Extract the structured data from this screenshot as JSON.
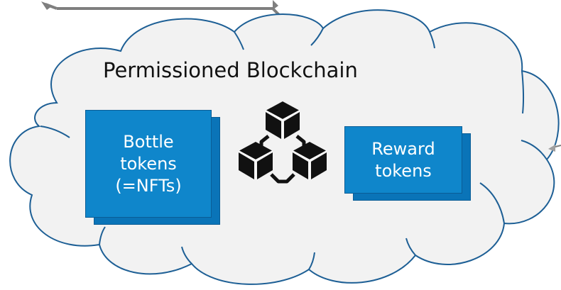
{
  "cloud": {
    "title": "Permissioned Blockchain"
  },
  "tokens": {
    "bottle": [
      "Bottle",
      "tokens",
      "(=NFTs)"
    ],
    "reward": [
      "Reward",
      "tokens"
    ]
  },
  "icon": {
    "name": "blockchain-icon"
  },
  "colors": {
    "cloud_fill": "#f2f2f2",
    "cloud_stroke": "#1d5f95",
    "card_fill": "#0f86cb",
    "card_back": "#0a74b8",
    "connector": "#7f7f7f"
  }
}
